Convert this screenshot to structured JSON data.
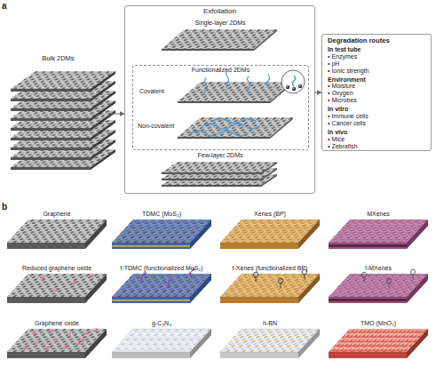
{
  "diagram": {
    "nodes": [
      {
        "text": [
          "Bulk 2DMs"
        ]
      },
      {
        "text": [
          "Exfoliation"
        ]
      },
      {
        "text": [
          "Functionalized 2DMs"
        ],
        "in": 1
      },
      {
        "text": [
          "Degradation routes",
          "In test tube",
          "• Enzymes",
          "• pH",
          "• Ionic strength",
          "Environment",
          "• Moisture",
          "• Oxygen",
          "• Microbes",
          "In vitro",
          "• Immune cells",
          "• Cancer cells",
          "In vivo",
          "• Mice",
          "• Zebrafish"
        ]
      }
    ],
    "edges": [
      {
        "from": 0,
        "to": 1,
        "arrow": "to"
      },
      {
        "from": 1,
        "to": 3,
        "arrow": "to"
      }
    ],
    "labels": [
      "a",
      "Single-layer 2DMs",
      "Covalent",
      "Non-covalent",
      "Few-layer 2DMs",
      "b",
      "Graphene",
      "TDMC (MoS₂)",
      "Xenes (BP)",
      "MXenes",
      "Reduced graphene oxide",
      "f-TDMC (functionalized MoS₂)",
      "f-Xenes (functionalized BP)",
      "f-MXenes",
      "Graphene oxide",
      "g-C₃N₄",
      "h-BN",
      "TMO (MnO₂)"
    ]
  }
}
